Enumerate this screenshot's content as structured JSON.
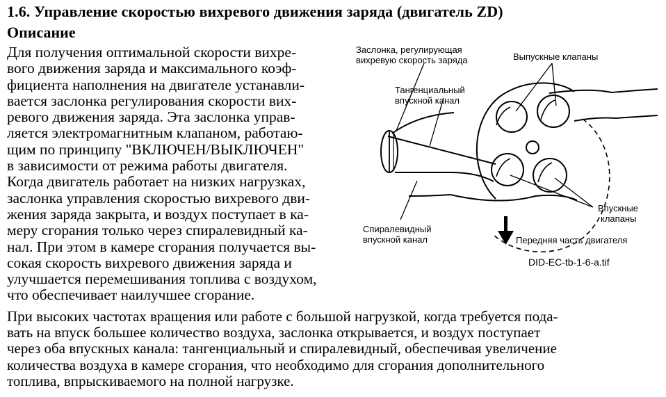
{
  "section": {
    "title": "1.6. Управление скоростью вихревого движения заряда (двигатель ZD)",
    "subtitle": "Описание"
  },
  "body_column_lines": [
    "Для получения оптимальной скорости вихре-",
    "вого движения заряда и максимального коэф-",
    "фициента наполнения на двигателе устанавли-",
    "вается заслонка регулирования скорости вих-",
    "ревого движения заряда. Эта заслонка управ-",
    "ляется электромагнитным клапаном, работаю-",
    "щим по принципу \"ВКЛЮЧЕН/ВЫКЛЮЧЕН\"",
    "в зависимости от режима работы двигателя.",
    "Когда двигатель работает на низких нагрузках,",
    "заслонка управления скоростью вихревого дви-",
    "жения заряда закрыта, и воздух поступает в ка-",
    "меру сгорания только через спиралевидный ка-",
    "нал. При этом в камере сгорания получается вы-",
    "сокая скорость вихревого движения заряда и",
    "улучшается перемешивания топлива с воздухом,",
    "что обеспечивает наилучшее сгорание."
  ],
  "body_full_lines": [
    "При высоких частотах вращения или работе с большой нагрузкой, когда требуется пода-",
    "вать на впуск большее количество воздуха, заслонка открывается, и воздух поступает",
    "через оба впускных канала: тангенциальный и спиралевидный, обеспечивая увеличение",
    "количества воздуха в камере сгорания, что необходимо для сгорания дополнительного",
    "топлива, впрыскиваемого на полной нагрузке."
  ],
  "figure": {
    "label_valve": [
      "Заслонка, регулирующая",
      "вихревую скорость заряда"
    ],
    "label_tangential": [
      "Тангенциальный",
      "впускной канал"
    ],
    "label_exhaust": "Выпускные клапаны",
    "label_intake": [
      "Впускные",
      "клапаны"
    ],
    "label_spiral": [
      "Спиралевидный",
      "впускной канал"
    ],
    "label_front": "Передняя часть двигателя",
    "file_name": "DID-EC-tb-1-6-a.tif"
  }
}
